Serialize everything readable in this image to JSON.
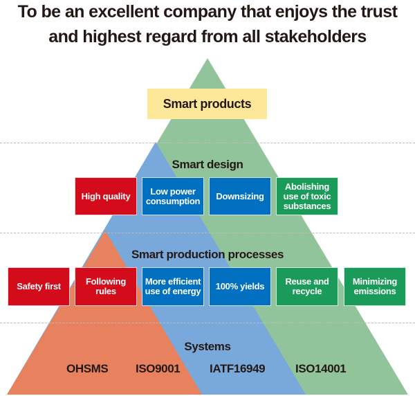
{
  "title": {
    "line1": "To be an excellent company that enjoys the trust",
    "line2": "and highest regard from all stakeholders"
  },
  "colors": {
    "red": "#d40b1b",
    "blue": "#0170c1",
    "green": "#1a9b59",
    "orange": "#e8825e",
    "light_blue": "#79a9da",
    "light_green": "#92c49b",
    "yellow": "#fde89a"
  },
  "smart_products": "Smart products",
  "smart_design": {
    "label": "Smart design",
    "items": [
      "High quality",
      "Low power consumption",
      "Downsizing",
      "Abolishing use of toxic substances"
    ]
  },
  "smart_production": {
    "label": "Smart production processes",
    "items": [
      "Safety first",
      "Following rules",
      "More efficient use of energy",
      "100% yields",
      "Reuse and recycle",
      "Minimizing emissions"
    ]
  },
  "systems": {
    "label": "Systems",
    "items": [
      "OHSMS",
      "ISO9001",
      "IATF16949",
      "ISO14001"
    ]
  }
}
